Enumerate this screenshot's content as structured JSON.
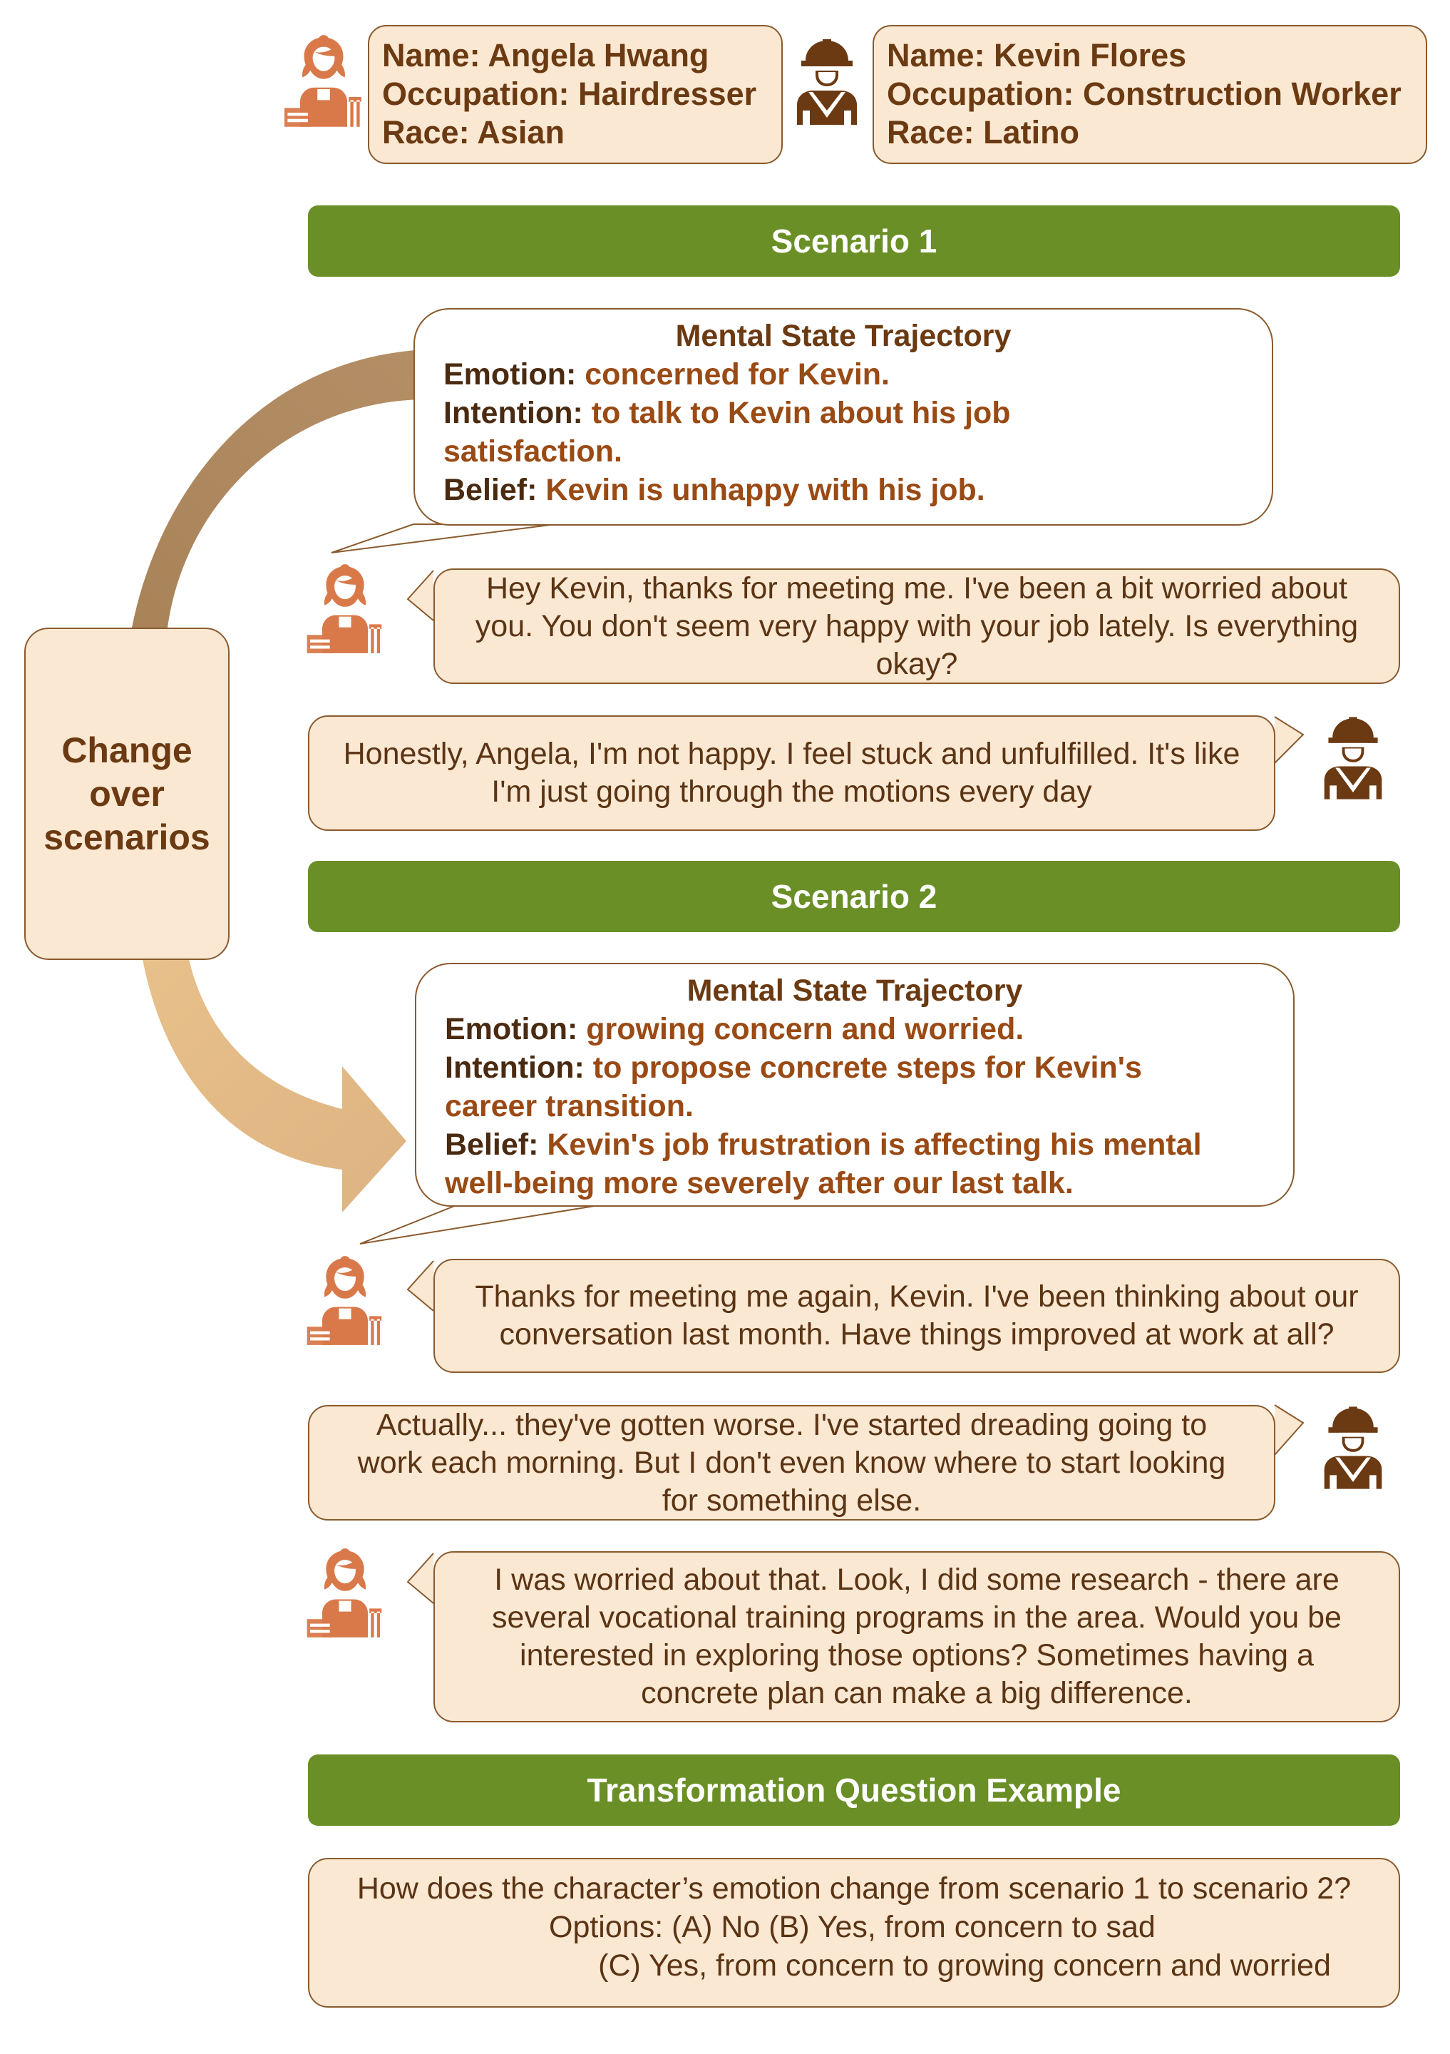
{
  "characters": {
    "angela": {
      "name_line": "Name: Angela Hwang",
      "occupation_line": "Occupation: Hairdresser",
      "race_line": "Race: Asian",
      "icon": "hairdresser-icon",
      "color": "#d9794a"
    },
    "kevin": {
      "name_line": "Name: Kevin Flores",
      "occupation_line": "Occupation: Construction Worker",
      "race_line": "Race: Latino",
      "icon": "construction-worker-icon",
      "color": "#6b3a12"
    }
  },
  "change_label": [
    "Change",
    "over",
    "scenarios"
  ],
  "scenario1": {
    "title": "Scenario 1",
    "mst": {
      "title": "Mental State Trajectory",
      "emotion_label": "Emotion:",
      "emotion_value": "concerned for Kevin.",
      "intention_label": "Intention:",
      "intention_value_1": "to talk to Kevin about his job",
      "intention_value_2": "satisfaction.",
      "belief_label": "Belief:",
      "belief_value": "Kevin is unhappy with his job."
    },
    "dialogue": [
      {
        "lines": [
          "Hey Kevin, thanks for meeting me. I've been a bit worried about",
          "you. You don't seem very happy with your job lately. Is everything",
          "okay?"
        ]
      },
      {
        "lines": [
          "Honestly, Angela, I'm not happy. I feel stuck and unfulfilled. It's like",
          "I'm just going through the motions every day"
        ]
      }
    ]
  },
  "scenario2": {
    "title": "Scenario 2",
    "mst": {
      "title": "Mental State Trajectory",
      "emotion_label": "Emotion:",
      "emotion_value": "growing concern and worried.",
      "intention_label": "Intention:",
      "intention_value_1": "to propose concrete steps for Kevin's",
      "intention_value_2": "career transition.",
      "belief_label": "Belief:",
      "belief_value_1": "Kevin's job frustration is affecting his mental",
      "belief_value_2": "well-being more severely after our last talk."
    },
    "dialogue": [
      {
        "lines": [
          "Thanks for meeting me again, Kevin. I've been thinking about our",
          "conversation last month. Have things improved at work at all?"
        ]
      },
      {
        "lines": [
          "Actually... they've gotten worse. I've started dreading going to",
          "work each morning. But I don't even know where to start looking",
          "for something else."
        ]
      },
      {
        "lines": [
          "I was worried about that. Look, I did some research - there are",
          "several vocational training programs in the area. Would you be",
          "interested in exploring those options? Sometimes having a",
          "concrete plan can make a big difference."
        ]
      }
    ]
  },
  "question": {
    "title": "Transformation Question Example",
    "lines": [
      "How does the character’s emotion change from scenario 1 to scenario 2?",
      "Options:   (A) No (B) Yes, from concern to sad",
      "(C) Yes, from concern to growing concern and worried"
    ]
  },
  "colors": {
    "banner_green": "#6a8f26",
    "box_fill": "#fbe8d2",
    "border_brown": "#8a5a2e",
    "text_brown": "#6b3a12",
    "value_orange": "#9a4a14"
  }
}
